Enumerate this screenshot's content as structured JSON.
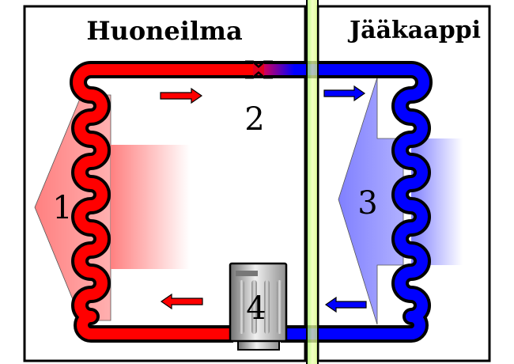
{
  "diagram": {
    "title": "Refrigerator heat pump cycle",
    "left_box": {
      "label": "Huoneilma"
    },
    "right_box": {
      "label": "Jääkaappi"
    },
    "markers": [
      {
        "id": "1",
        "label": "1"
      },
      {
        "id": "2",
        "label": "2"
      },
      {
        "id": "3",
        "label": "3"
      },
      {
        "id": "4",
        "label": "4"
      }
    ],
    "colors": {
      "hot": "#ff0000",
      "cold": "#0000ff",
      "hot_fan": "#ff8080",
      "cold_fan": "#8080ff",
      "wall": "#d8ff80",
      "outline": "#000000"
    }
  }
}
